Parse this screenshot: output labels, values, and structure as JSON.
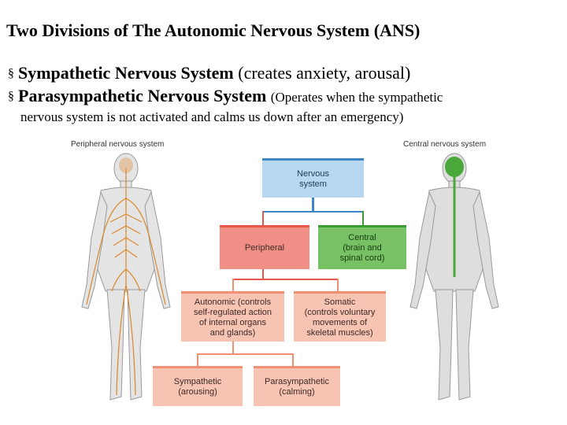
{
  "title": "Two Divisions of The Autonomic Nervous System (ANS)",
  "bullets": [
    {
      "marker": "§",
      "label": "Sympathetic Nervous System",
      "note": "(creates anxiety, arousal)"
    },
    {
      "marker": "§",
      "label": "Parasympathetic Nervous System",
      "note": "(Operates when the sympathetic"
    }
  ],
  "bullet_continuation": "nervous system is not activated and calms us down after an emergency)",
  "figure": {
    "left_label": "Peripheral nervous system",
    "right_label": "Central nervous system",
    "boxes": {
      "nervous_system": "Nervous\nsystem",
      "peripheral": "Peripheral",
      "central": "Central\n(brain and\nspinal cord)",
      "autonomic": "Autonomic (controls\nself-regulated action\nof internal organs\nand glands)",
      "somatic": "Somatic\n(controls voluntary\nmovements of\nskeletal muscles)",
      "sympathetic": "Sympathetic\n(arousing)",
      "parasympathetic": "Parasympathetic\n(calming)"
    },
    "colors": {
      "nervous_system": "#b7d6ef",
      "peripheral": "#f08f85",
      "central": "#79c165",
      "autonomic": "#f7c3b3",
      "somatic": "#f7c3b3",
      "sympathetic": "#f7c3b3",
      "parasympathetic": "#f7c3b3",
      "peripheral_nerves": "#d9892b",
      "central_nerves": "#4aa83a"
    }
  }
}
